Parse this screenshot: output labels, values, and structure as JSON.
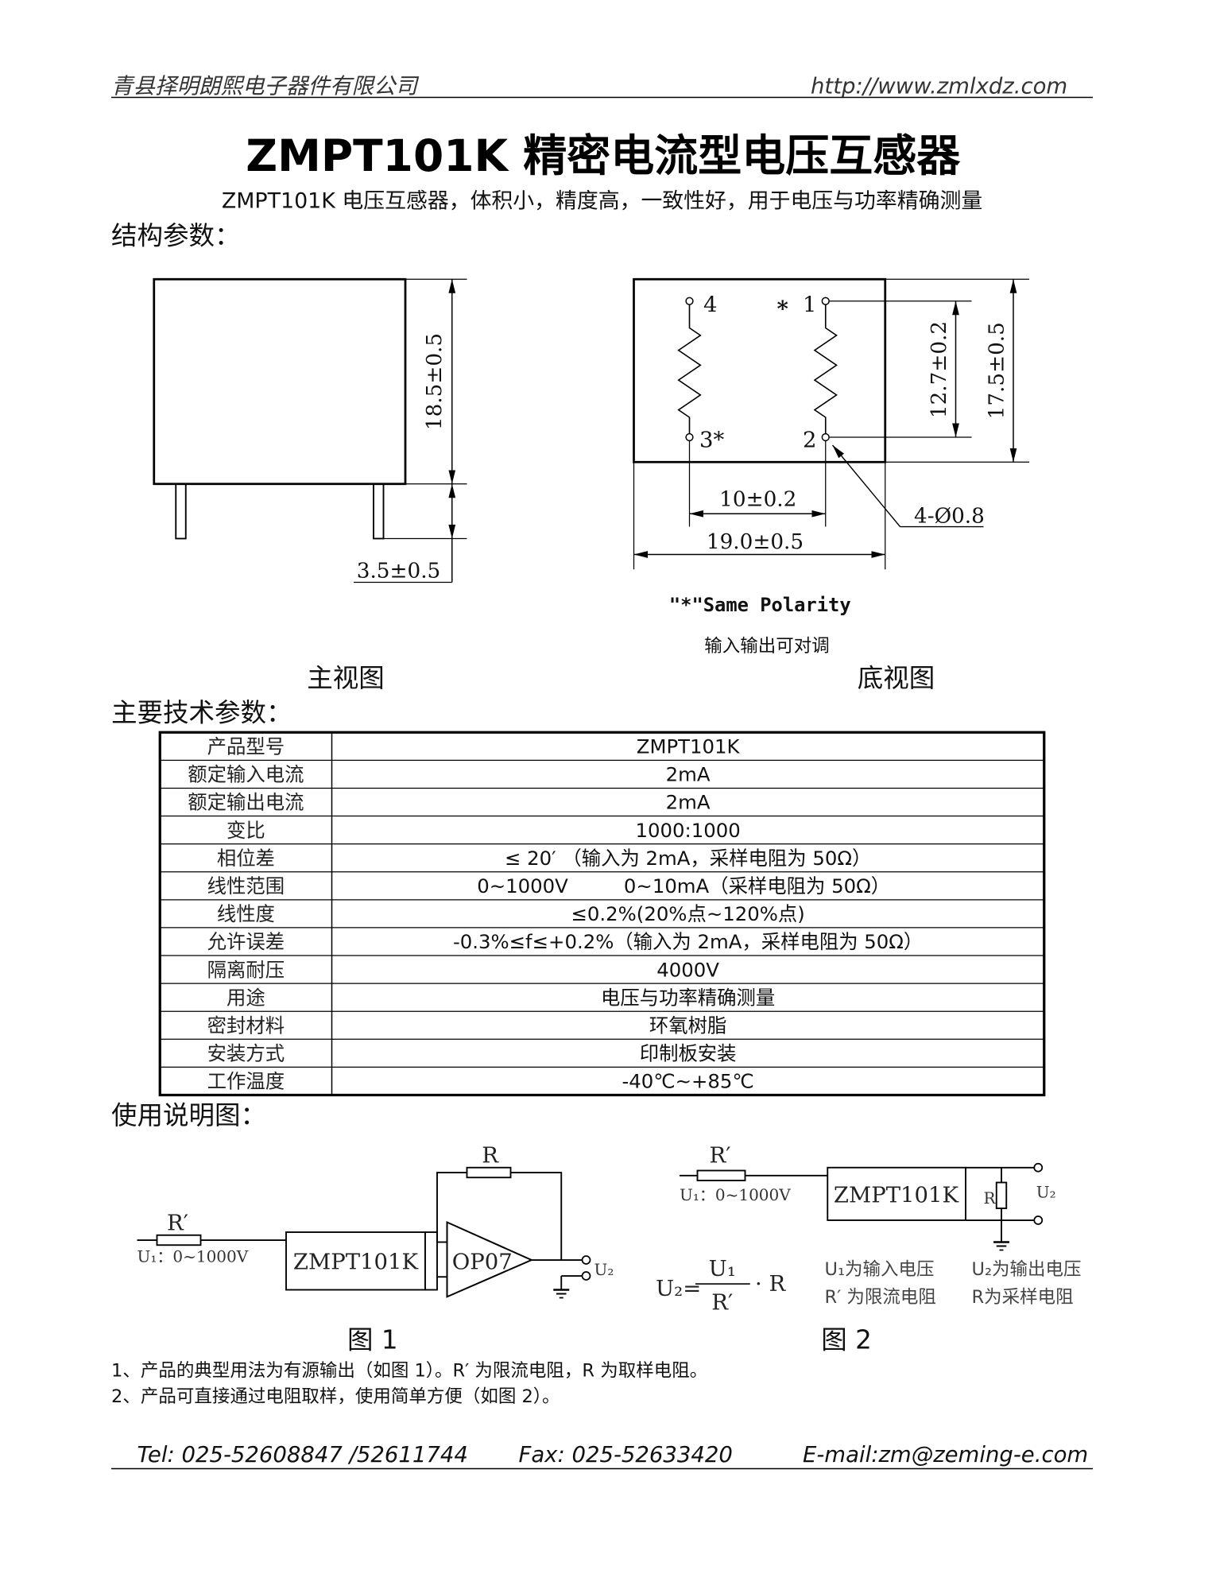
{
  "header": {
    "company": "青县择明朗熙电子器件有限公司",
    "url": "http://www.zmlxdz.com"
  },
  "title": "ZMPT101K 精密电流型电压互感器",
  "subtitle": "ZMPT101K 电压互感器，体积小，精度高，一致性好，用于电压与功率精确测量",
  "structure": {
    "heading": "结构参数：",
    "front_view": {
      "height_dim": "18.5±0.5",
      "pin_dim": "3.5±0.5",
      "caption": "主视图"
    },
    "bottom_view": {
      "pin_4": "4",
      "polarity_star": "*",
      "pin_1": "1",
      "pin_3": "3*",
      "pin_2": "2",
      "dim_pin_vertical": "12.7±0.2",
      "dim_height": "17.5±0.5",
      "dim_pin_spacing": "10±0.2",
      "dim_width": "19.0±0.5",
      "hole": "4-Ø0.8",
      "polarity_note": "\"*\"Same Polarity",
      "swap_note": "输入输出可对调",
      "caption": "底视图"
    }
  },
  "specs": {
    "heading": "主要技术参数：",
    "rows": [
      {
        "label": "产品型号",
        "value": "ZMPT101K"
      },
      {
        "label": "额定输入电流",
        "value": "2mA"
      },
      {
        "label": "额定输出电流",
        "value": "2mA"
      },
      {
        "label": "变比",
        "value": "1000:1000"
      },
      {
        "label": "相位差",
        "value": "≤ 20′ （输入为 2mA，采样电阻为 50Ω）"
      },
      {
        "label": "线性范围",
        "values": [
          "0~1000V",
          "0~10mA（采样电阻为 50Ω）"
        ]
      },
      {
        "label": "线性度",
        "value": "≤0.2%(20%点~120%点)"
      },
      {
        "label": "允许误差",
        "value": "-0.3%≤f≤+0.2%（输入为 2mA，采样电阻为 50Ω）"
      },
      {
        "label": "隔离耐压",
        "value": "4000V"
      },
      {
        "label": "用途",
        "value": "电压与功率精确测量"
      },
      {
        "label": "密封材料",
        "value": "环氧树脂"
      },
      {
        "label": "安装方式",
        "value": "印制板安装"
      },
      {
        "label": "工作温度",
        "value": "-40℃~+85℃"
      }
    ]
  },
  "usage": {
    "heading": "使用说明图：",
    "fig1": {
      "r_prime": "R′",
      "r": "R",
      "input": "U₁：0~1000V",
      "module": "ZMPT101K",
      "opamp": "OP07",
      "output": "U₂",
      "caption": "图 1"
    },
    "fig2": {
      "r_prime": "R′",
      "input": "U₁：0~1000V",
      "module": "ZMPT101K",
      "r": "R",
      "output": "U₂",
      "formula_lhs": "U₂=",
      "formula_num": "U₁",
      "formula_den": "R′",
      "formula_rhs": "· R",
      "legend_u1": "U₁为输入电压",
      "legend_rp": "R′ 为限流电阻",
      "legend_u2": "U₂为输出电压",
      "legend_r": "R为采样电阻",
      "caption": "图 2"
    },
    "notes": [
      "1、产品的典型用法为有源输出（如图 1）。R′ 为限流电阻，R 为取样电阻。",
      "2、产品可直接通过电阻取样，使用简单方便（如图 2）。"
    ]
  },
  "footer": {
    "tel": "Tel: 025-52608847 /52611744",
    "fax": "Fax: 025-52633420",
    "email": "E-mail:zm@zeming-e.com"
  }
}
